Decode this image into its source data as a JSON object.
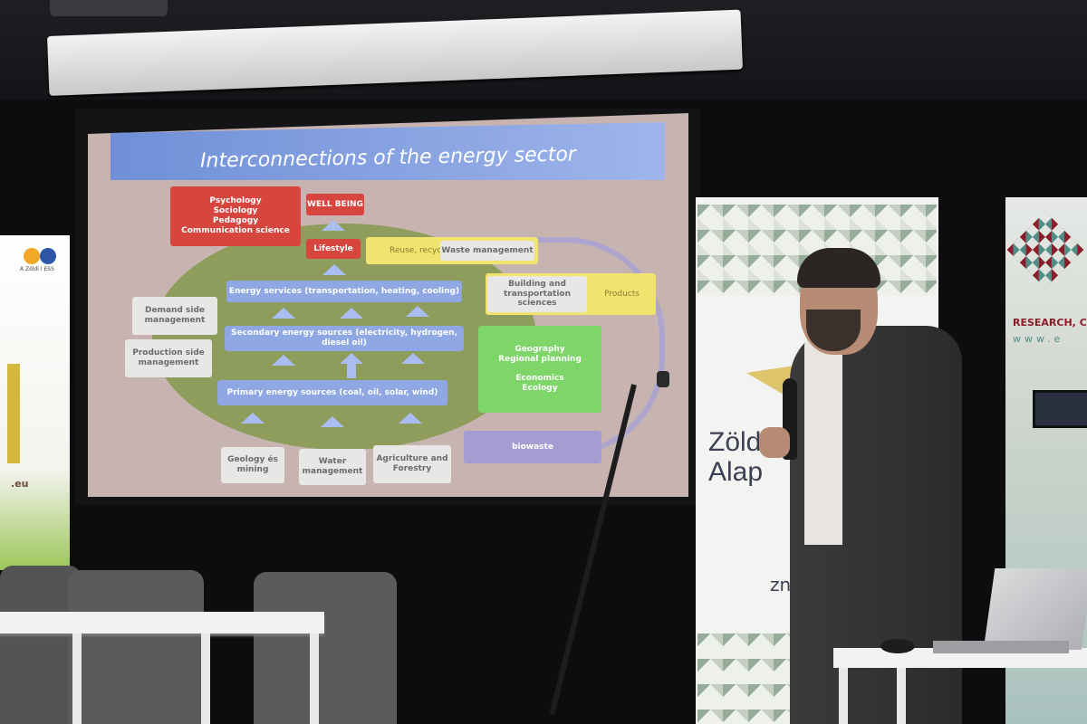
{
  "slide": {
    "title": "Interconnections of the energy sector",
    "boxes": {
      "psychology": "Psychology\nSociology\nPedagogy\nCommunication science",
      "well_being": "WELL BEING",
      "lifestyle": "Lifestyle",
      "reuse": "Reuse, recycle",
      "waste_management": "Waste management",
      "building": "Building and transportation sciences",
      "products": "Products",
      "energy_services": "Energy services (transportation, heating, cooling)",
      "demand_side": "Demand side management",
      "secondary": "Secondary energy sources (electricity, hydrogen, diesel oil)",
      "production_side": "Production side management",
      "geography": "Geography\nRegional planning\n\nEconomics\nEcology",
      "primary": "Primary energy sources (coal, oil, solar, wind)",
      "biowaste": "biowaste",
      "geology": "Geology és mining",
      "water": "Water management",
      "agriculture": "Agriculture and Forestry"
    }
  },
  "banners": {
    "left_text": "A Zöldi I ESS",
    "left_suffix": ".eu",
    "mid_big": "Zöld\nAlap",
    "mid_sub": "zn",
    "right_text": "RESEARCH, C",
    "right_url": "www.e"
  },
  "colors": {
    "slide_bg": "#c7b4b0",
    "title_bar": "#7f9ddd",
    "oval": "#8b9b57",
    "red_box": "#d6463f",
    "blue_box": "#8fa7e3",
    "green_box": "#7dd667",
    "yellow_arrow": "#f0e46f"
  }
}
